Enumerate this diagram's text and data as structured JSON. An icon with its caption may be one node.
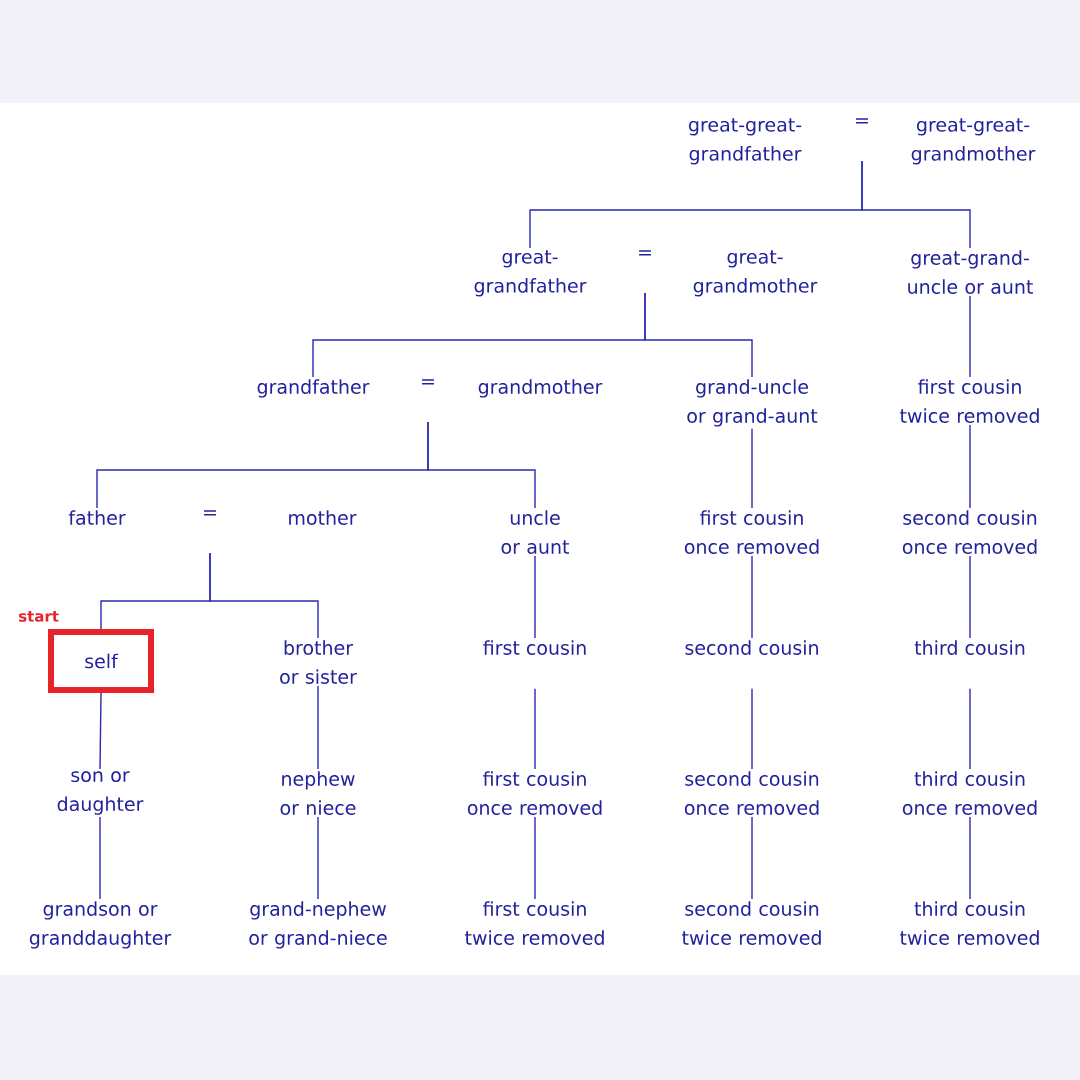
{
  "diagram": {
    "nodes": [
      {
        "text": [
          "great-great-grandfather"
        ]
      },
      {
        "text": [
          "="
        ]
      },
      {
        "text": [
          "great-great-grandmother"
        ]
      },
      {
        "text": [
          "great-grandfather"
        ]
      },
      {
        "text": [
          "="
        ]
      },
      {
        "text": [
          "great-grandmother"
        ]
      },
      {
        "text": [
          "great-grand-uncle or aunt"
        ]
      },
      {
        "text": [
          "grandfather"
        ]
      },
      {
        "text": [
          "="
        ]
      },
      {
        "text": [
          "grandmother"
        ]
      },
      {
        "text": [
          "grand-uncle or grand-aunt"
        ]
      },
      {
        "text": [
          "first cousin twice removed"
        ]
      },
      {
        "text": [
          "father"
        ]
      },
      {
        "text": [
          "="
        ]
      },
      {
        "text": [
          "mother"
        ]
      },
      {
        "text": [
          "uncle or aunt"
        ]
      },
      {
        "text": [
          "first cousin once removed"
        ]
      },
      {
        "text": [
          "second cousin once removed"
        ]
      },
      {
        "text": [
          "self"
        ],
        "beside": [
          "start"
        ]
      },
      {
        "text": [
          "brother or sister"
        ]
      },
      {
        "text": [
          "first cousin"
        ]
      },
      {
        "text": [
          "second cousin"
        ]
      },
      {
        "text": [
          "third cousin"
        ]
      },
      {
        "text": [
          "son or daughter"
        ]
      },
      {
        "text": [
          "nephew or niece"
        ]
      },
      {
        "text": [
          "first cousin once removed"
        ]
      },
      {
        "text": [
          "second cousin once removed"
        ]
      },
      {
        "text": [
          "third cousin once removed"
        ]
      },
      {
        "text": [
          "grandson or granddaughter"
        ]
      },
      {
        "text": [
          "grand-nephew or grand-niece"
        ]
      },
      {
        "text": [
          "first cousin twice removed"
        ]
      },
      {
        "text": [
          "second cousin twice removed"
        ]
      },
      {
        "text": [
          "third cousin twice removed"
        ]
      }
    ],
    "edges": [
      {
        "from": 1,
        "to": 3,
        "arrow": "none"
      },
      {
        "from": 1,
        "to": 6,
        "arrow": "none"
      },
      {
        "from": 4,
        "to": 7,
        "arrow": "none"
      },
      {
        "from": 4,
        "to": 10,
        "arrow": "none"
      },
      {
        "from": 8,
        "to": 12,
        "arrow": "none"
      },
      {
        "from": 8,
        "to": 15,
        "arrow": "none"
      },
      {
        "from": 13,
        "to": 18,
        "arrow": "none"
      },
      {
        "from": 13,
        "to": 19,
        "arrow": "none"
      },
      {
        "from": 6,
        "to": 11,
        "arrow": "none"
      },
      {
        "from": 10,
        "to": 16,
        "arrow": "none"
      },
      {
        "from": 11,
        "to": 17,
        "arrow": "none"
      },
      {
        "from": 15,
        "to": 20,
        "arrow": "none"
      },
      {
        "from": 16,
        "to": 21,
        "arrow": "none"
      },
      {
        "from": 17,
        "to": 22,
        "arrow": "none"
      },
      {
        "from": 18,
        "to": 23,
        "arrow": "none"
      },
      {
        "from": 19,
        "to": 24,
        "arrow": "none"
      },
      {
        "from": 20,
        "to": 25,
        "arrow": "none"
      },
      {
        "from": 21,
        "to": 26,
        "arrow": "none"
      },
      {
        "from": 22,
        "to": 27,
        "arrow": "none"
      },
      {
        "from": 23,
        "to": 28,
        "arrow": "none"
      },
      {
        "from": 24,
        "to": 29,
        "arrow": "none"
      },
      {
        "from": 25,
        "to": 30,
        "arrow": "none"
      },
      {
        "from": 26,
        "to": 31,
        "arrow": "none"
      },
      {
        "from": 27,
        "to": 32,
        "arrow": "none"
      }
    ]
  }
}
